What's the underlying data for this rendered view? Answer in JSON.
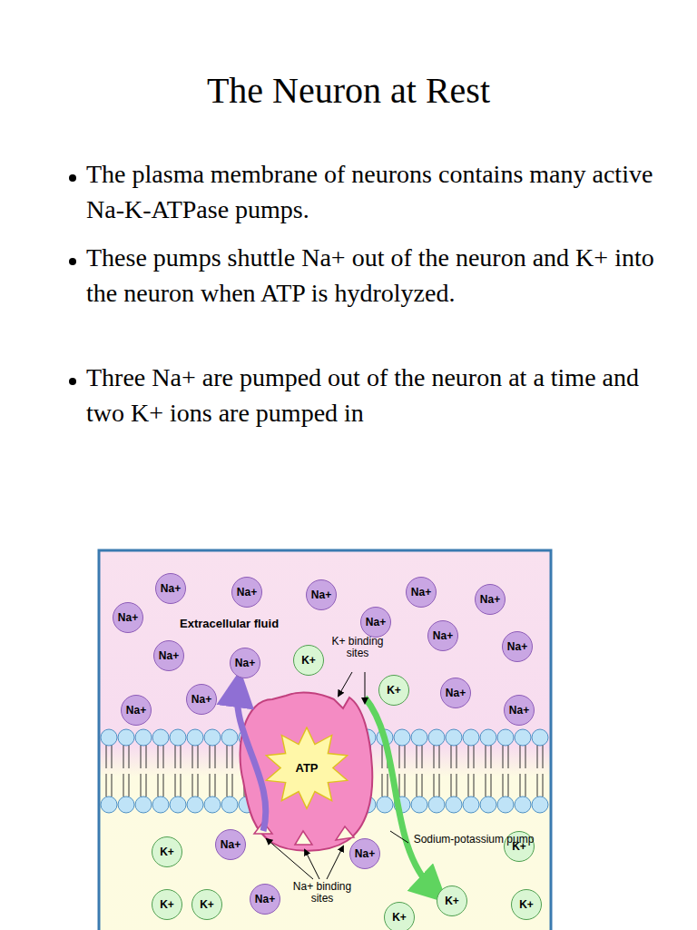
{
  "diagram": {
    "title": "The Neuron at Rest",
    "nodes": [
      {
        "text": [
          "Na+"
        ]
      },
      {
        "text": [
          "Na+"
        ]
      },
      {
        "text": [
          "Na+"
        ]
      },
      {
        "text": [
          "Na+"
        ]
      },
      {
        "text": [
          "Na+"
        ]
      },
      {
        "text": [
          "Na+"
        ]
      },
      {
        "text": [
          "Na+"
        ]
      },
      {
        "text": [
          "Na+"
        ]
      },
      {
        "text": [
          "Na+"
        ]
      },
      {
        "text": [
          "Na+"
        ]
      },
      {
        "text": [
          "Na+"
        ]
      },
      {
        "text": [
          "K+"
        ]
      },
      {
        "text": [
          "Na+"
        ]
      },
      {
        "text": [
          "K+"
        ]
      },
      {
        "text": [
          "Na+"
        ]
      },
      {
        "text": [
          "Na+"
        ]
      },
      {
        "text": [
          "Na+"
        ]
      },
      {
        "text": [
          "ATP"
        ]
      },
      {
        "text": [
          "K+"
        ]
      },
      {
        "text": [
          "Na+"
        ]
      },
      {
        "text": [
          "Na+"
        ]
      },
      {
        "text": [
          "K+"
        ]
      },
      {
        "text": [
          "K+"
        ]
      },
      {
        "text": [
          "K+"
        ]
      },
      {
        "text": [
          "Na+"
        ]
      },
      {
        "text": [
          "K+"
        ]
      },
      {
        "text": [
          "K+"
        ]
      },
      {
        "text": [
          "K+"
        ]
      }
    ],
    "labels": [
      "The plasma membrane of neurons contains many active Na-K-ATPase pumps.",
      "These pumps shuttle Na+ out of the neuron and K+ into the neuron when ATP is hydrolyzed.",
      "Three Na+ are pumped out of the neuron at a time and two K+ ions are pumped in",
      "Extracellular fluid",
      "K+ binding sites",
      "Sodium-potassium pump",
      "Na+ binding sites"
    ]
  }
}
